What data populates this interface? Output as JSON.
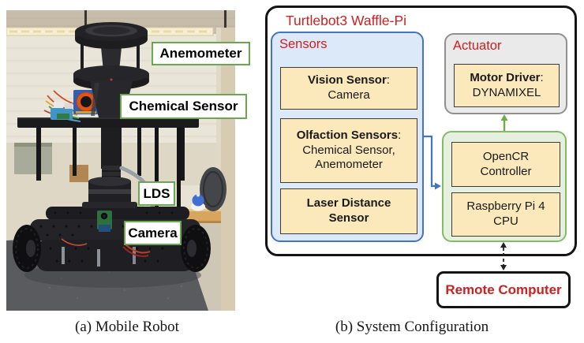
{
  "photo_panel": {
    "caption": "(a) Mobile Robot",
    "labels": {
      "anemometer": "Anemometer",
      "chemical": "Chemical Sensor",
      "lds": "LDS",
      "camera": "Camera"
    }
  },
  "diagram_panel": {
    "caption": "(b) System Configuration",
    "title": "Turtlebot3 Waffle-Pi",
    "sensors": {
      "label": "Sensors",
      "vision": {
        "bold": "Vision Sensor",
        "sep": ":",
        "line2": "Camera"
      },
      "olfaction": {
        "bold": "Olfaction Sensors",
        "sep": ":",
        "line2": "Chemical Sensor,",
        "line3": "Anemometer"
      },
      "laser": {
        "line1": "Laser Distance",
        "line2": "Sensor"
      }
    },
    "actuator": {
      "label": "Actuator",
      "motor": {
        "bold": "Motor Driver",
        "sep": ":",
        "line2": "DYNAMIXEL"
      }
    },
    "compute": {
      "opencr": {
        "line1": "OpenCR",
        "line2": "Controller"
      },
      "raspi": {
        "line1": "Raspberry Pi 4",
        "line2": "CPU"
      }
    },
    "remote": {
      "label": "Remote Computer"
    }
  },
  "colors": {
    "red_text": "#CE2020",
    "yellow_fill": "#FBE8BB",
    "yellow_border": "#3B3B3B",
    "blue_fill": "#DCE9F8",
    "blue_border": "#4472C4",
    "gray_fill": "#EAEAEA",
    "gray_border": "#909090",
    "green_fill": "#E6F0DE",
    "green_border": "#85BB65",
    "green_arrow": "#70AD47",
    "connector_blue": "#4472C4",
    "photo_label_border": "#6AA84F",
    "outer_border": "#141414"
  }
}
